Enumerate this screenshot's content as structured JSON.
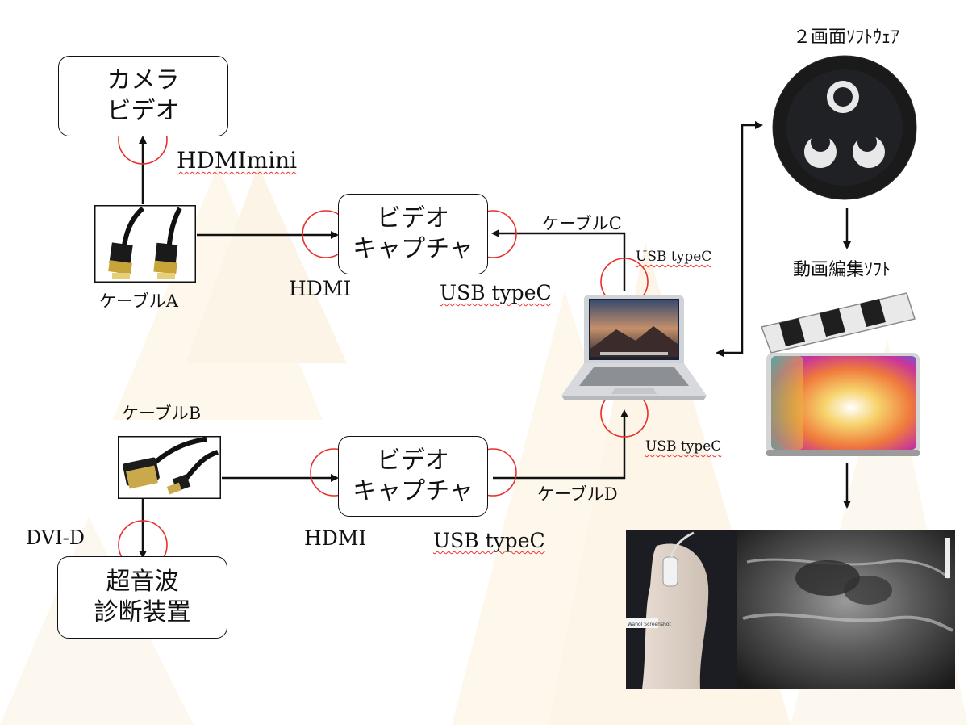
{
  "devices": {
    "camera": [
      "カメラ",
      "ビデオ"
    ],
    "capture_top": [
      "ビデオ",
      "キャプチャ"
    ],
    "capture_bottom": [
      "ビデオ",
      "キャプチャ"
    ],
    "ultrasound": [
      "超音波",
      "診断装置"
    ]
  },
  "labels": {
    "hdmimini": "HDMImini",
    "cable_a": "ケーブルA",
    "cable_b": "ケーブルB",
    "cable_c": "ケーブルC",
    "cable_d": "ケーブルD",
    "hdmi_top": "HDMI",
    "hdmi_bottom": "HDMI",
    "usb_capture_top": "USB typeC",
    "usb_capture_bottom": "USB typeC",
    "usb_laptop_top": "USB typeC",
    "usb_laptop_bottom": "USB typeC",
    "dvi_d": "DVI-D",
    "two_screen_software": "２画面ｿﾌﾄｳｪｱ",
    "video_edit_software": "動画編集ｿﾌﾄ"
  },
  "screenshot_caption": "Wahol Screenshot",
  "colors": {
    "connector_circle": "#e8302a",
    "wavy_underline": "#e33333",
    "line": "#111111",
    "background_mountain": "#fbf3e4"
  }
}
